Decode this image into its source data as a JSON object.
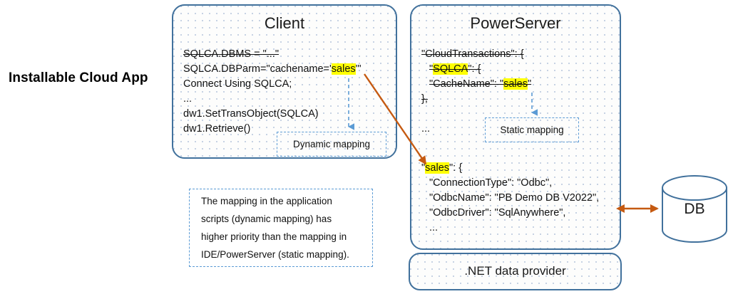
{
  "diagram": {
    "side_caption": "Installable Cloud App",
    "colors": {
      "panel_border": "#41719C",
      "dashed_border": "#5B9BD5",
      "highlight": "#FFFF00",
      "arrow_orange": "#C55A11",
      "arrow_blue": "#5B9BD5"
    }
  },
  "client": {
    "title": "Client",
    "code": [
      {
        "text": "SQLCA.DBMS = \"...\"",
        "struck": true
      },
      {
        "pre": "SQLCA.DBParm=\"cachename='",
        "highlight": "sales",
        "post": "'\"",
        "struck": false
      },
      {
        "text": "Connect Using SQLCA;",
        "struck": false
      },
      {
        "text": "...",
        "struck": false
      },
      {
        "text": "dw1.SetTransObject(SQLCA)",
        "struck": false
      },
      {
        "text": "dw1.Retrieve()",
        "struck": false
      }
    ],
    "callout": "Dynamic mapping"
  },
  "powerserver": {
    "title": "PowerServer",
    "code_top": [
      {
        "pre": "\"CloudTransactions\": {",
        "highlight": "",
        "post": "",
        "struck": true,
        "indent": 0
      },
      {
        "pre": "\"",
        "highlight": "SQLCA",
        "post": "\": {",
        "struck": true,
        "indent": 1
      },
      {
        "pre": "\"CacheName\": \"",
        "highlight": "sales",
        "post": "\"",
        "struck": true,
        "indent": 1
      },
      {
        "pre": "},",
        "highlight": "",
        "post": "",
        "struck": true,
        "indent": 0
      },
      {
        "pre": "",
        "highlight": "",
        "post": "",
        "struck": false,
        "indent": 0
      },
      {
        "pre": "...",
        "highlight": "",
        "post": "",
        "struck": false,
        "indent": 0
      }
    ],
    "code_bottom": [
      {
        "pre": "\"",
        "highlight": "sales",
        "post": "\": {",
        "indent": 0
      },
      {
        "pre": "\"ConnectionType\": \"Odbc\",",
        "highlight": "",
        "post": "",
        "indent": 1
      },
      {
        "pre": "\"OdbcName\": \"PB Demo DB V2022\",",
        "highlight": "",
        "post": "",
        "indent": 1
      },
      {
        "pre": "\"OdbcDriver\": \"SqlAnywhere\",",
        "highlight": "",
        "post": "",
        "indent": 1
      },
      {
        "pre": "...",
        "highlight": "",
        "post": "",
        "indent": 1
      }
    ],
    "callout": "Static mapping",
    "provider_label": ".NET data provider"
  },
  "note": {
    "lines": [
      "The mapping in the application",
      "scripts (dynamic mapping) has",
      "higher priority than the mapping in",
      "IDE/PowerServer (static mapping)."
    ]
  },
  "database": {
    "label": "DB"
  }
}
